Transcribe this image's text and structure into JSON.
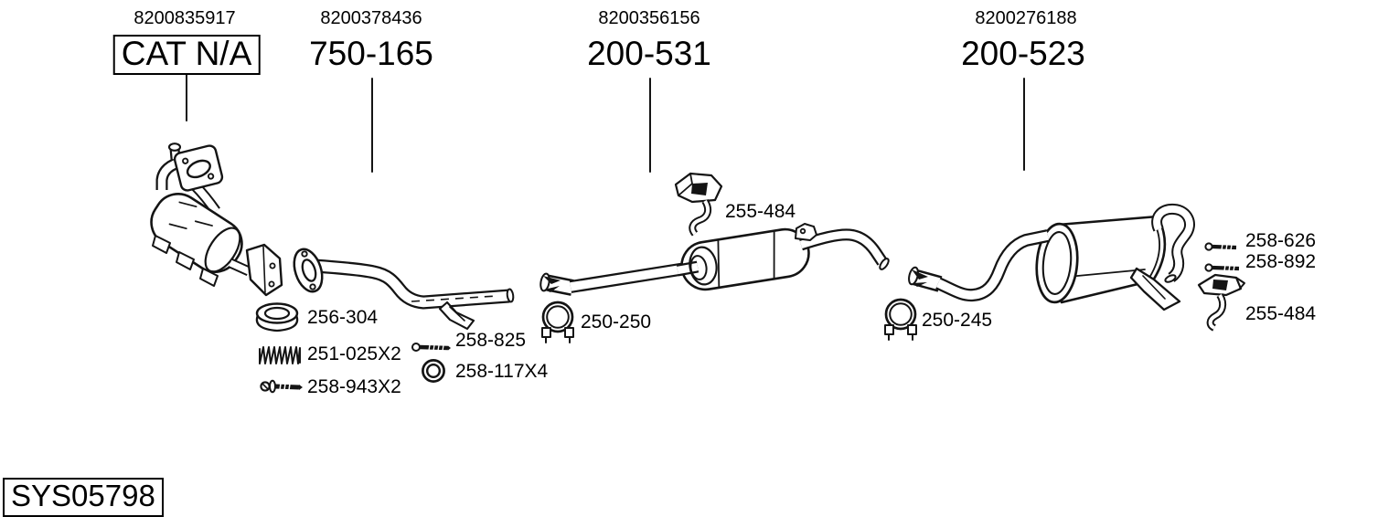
{
  "diagram": {
    "system_code": "SYS05798",
    "sections": [
      {
        "oe_ref": "8200835917",
        "part_no": "CAT N/A"
      },
      {
        "oe_ref": "8200378436",
        "part_no": "750-165"
      },
      {
        "oe_ref": "8200356156",
        "part_no": "200-531"
      },
      {
        "oe_ref": "8200276188",
        "part_no": "200-523"
      }
    ],
    "parts": [
      {
        "label": "255-484",
        "type": "rubber-hanger-icon"
      },
      {
        "label": "256-304",
        "type": "gasket-ring-icon"
      },
      {
        "label": "251-025X2",
        "type": "spring-icon"
      },
      {
        "label": "258-943X2",
        "type": "bolt-icon"
      },
      {
        "label": "258-825",
        "type": "bolt-icon"
      },
      {
        "label": "258-117X4",
        "type": "washer-icon"
      },
      {
        "label": "250-250",
        "type": "clamp-icon"
      },
      {
        "label": "250-245",
        "type": "clamp-icon"
      },
      {
        "label": "258-626",
        "type": "bolt-icon"
      },
      {
        "label": "258-892",
        "type": "bolt-icon"
      },
      {
        "label": "255-484",
        "type": "rubber-hanger-icon"
      }
    ],
    "colors": {
      "line": "#141414",
      "background": "#ffffff",
      "text": "#000000"
    }
  }
}
